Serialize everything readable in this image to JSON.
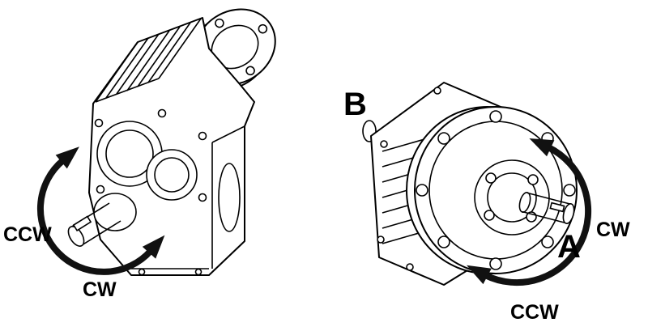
{
  "left_unit": {
    "ccw": "CCW",
    "cw": "CW"
  },
  "right_unit": {
    "b": "B",
    "cw": "CW",
    "a": "A",
    "ccw": "CCW"
  },
  "colors": {
    "background": "#ffffff",
    "line": "#000000",
    "arrow": "#111111"
  }
}
